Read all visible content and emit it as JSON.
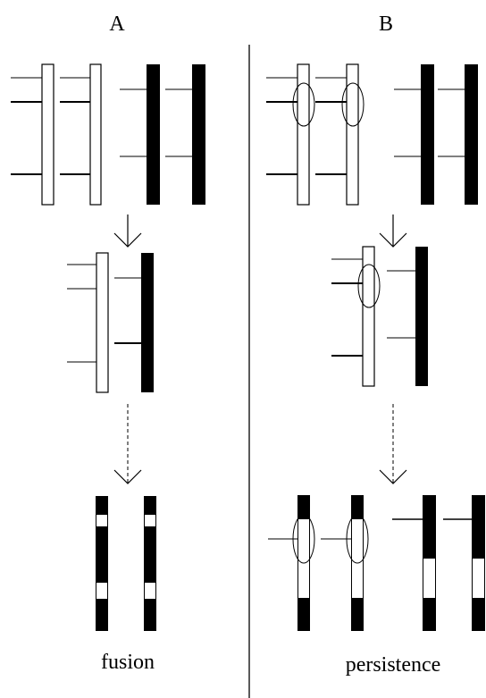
{
  "panels": {
    "a": {
      "label": "A",
      "caption": "fusion"
    },
    "b": {
      "label": "B",
      "caption": "persistence"
    }
  },
  "colors": {
    "ink": "#000000",
    "paper": "#ffffff"
  }
}
